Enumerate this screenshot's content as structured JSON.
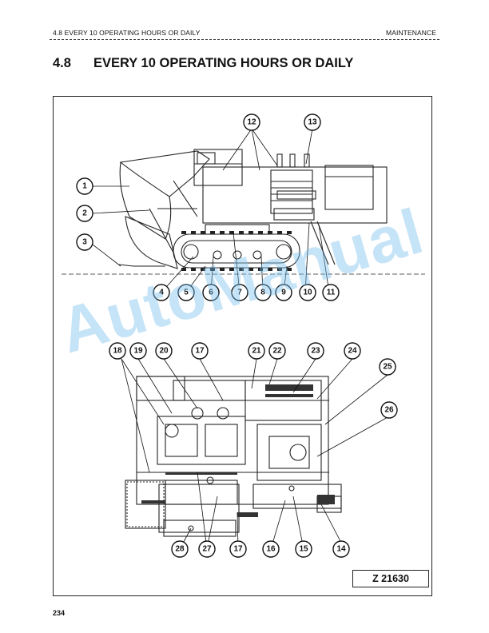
{
  "header": {
    "section": "4.8 EVERY 10 OPERATING HOURS OR DAILY",
    "chapter": "MAINTENANCE"
  },
  "title": {
    "number": "4.8",
    "text": "EVERY 10 OPERATING HOURS OR DAILY"
  },
  "figure": {
    "reference": "Z 21630",
    "side_view_callouts": [
      "1",
      "2",
      "3",
      "4",
      "5",
      "6",
      "7",
      "8",
      "9",
      "10",
      "11",
      "12",
      "13"
    ],
    "top_view_callouts": [
      "14",
      "15",
      "16",
      "17",
      "18",
      "19",
      "20",
      "21",
      "22",
      "23",
      "24",
      "25",
      "26",
      "27",
      "28"
    ]
  },
  "watermark": "AutoManual",
  "page_number": "234"
}
